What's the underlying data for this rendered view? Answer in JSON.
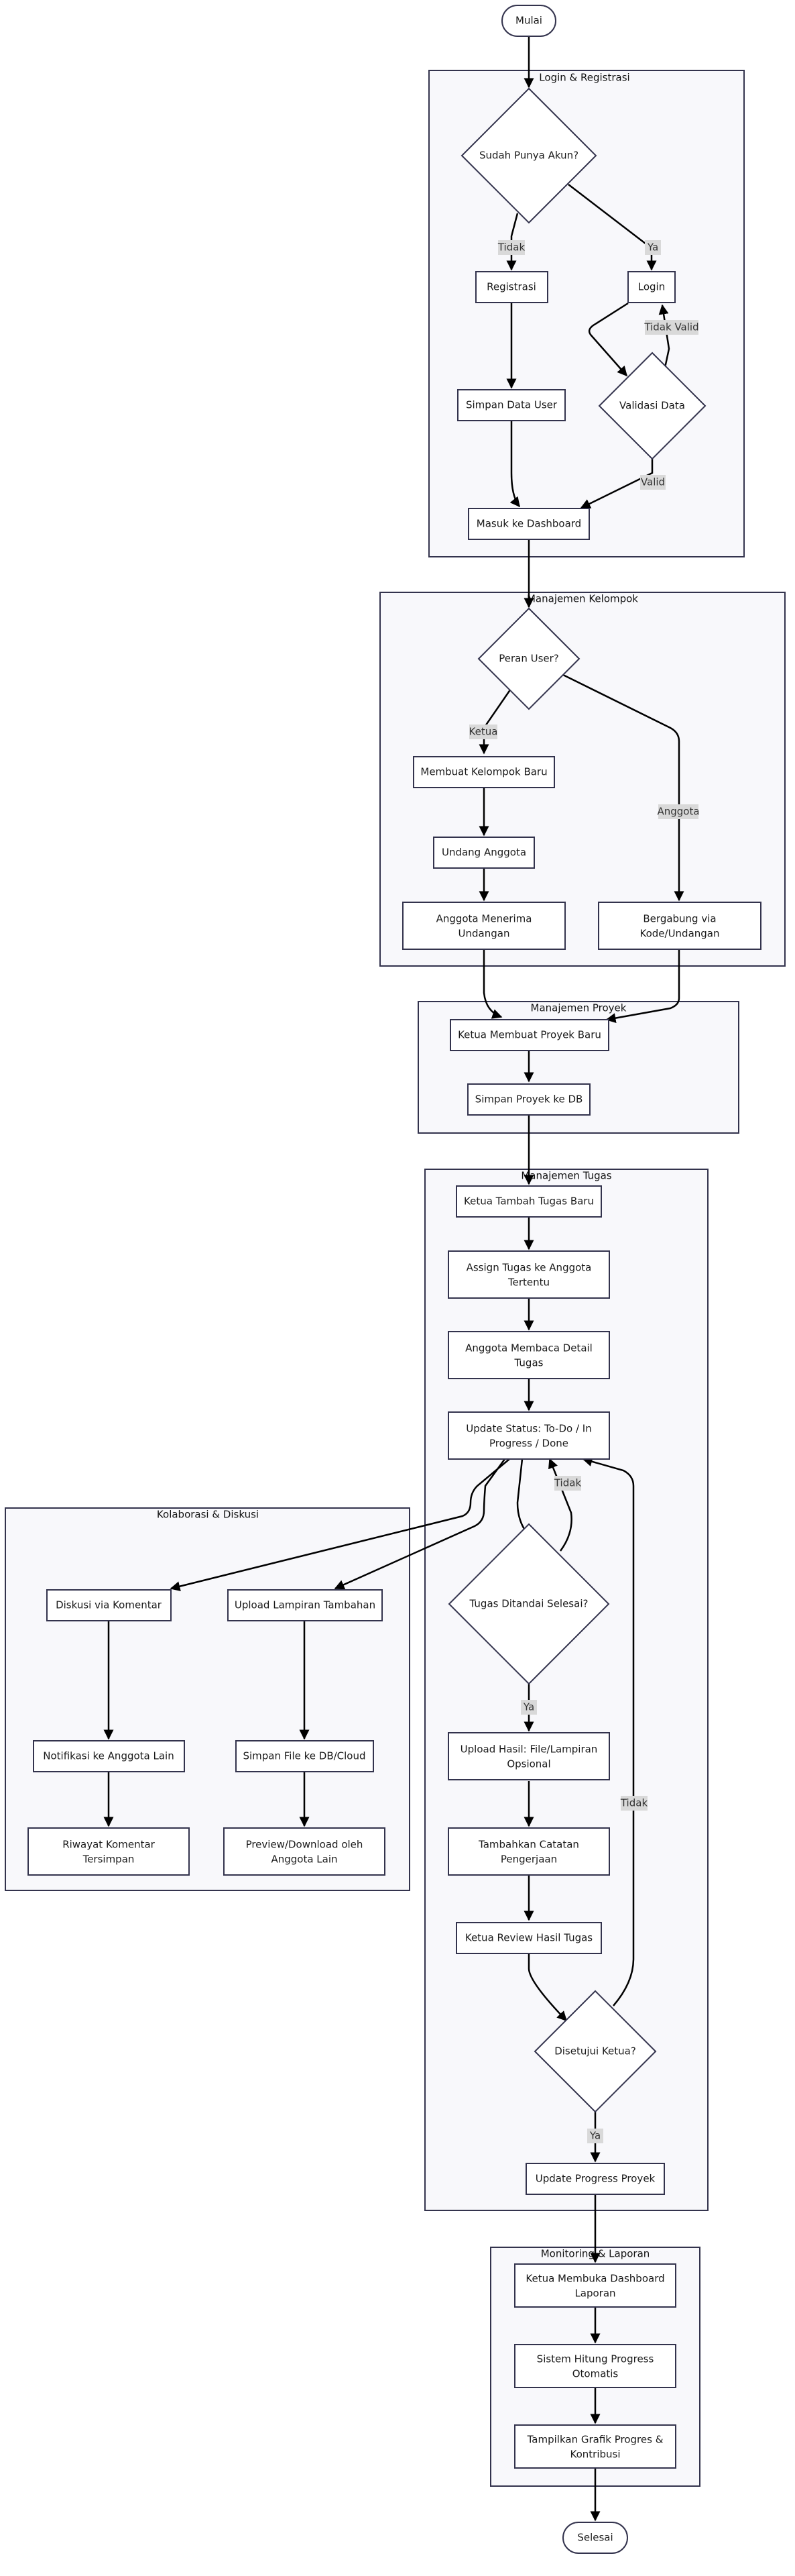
{
  "clusters": {
    "login": "Login & Registrasi",
    "kelompok": "Manajemen Kelompok",
    "proyek": "Manajemen Proyek",
    "tugas": "Manajemen Tugas",
    "kolaborasi": "Kolaborasi & Diskusi",
    "monitoring": "Monitoring & Laporan"
  },
  "nodes": {
    "mulai": "Mulai",
    "sudah_punya_akun": "Sudah Punya Akun?",
    "registrasi": "Registrasi",
    "login": "Login",
    "simpan_data_user": "Simpan Data User",
    "validasi_data": "Validasi Data",
    "masuk_dashboard": "Masuk ke Dashboard",
    "peran_user": "Peran User?",
    "buat_kelompok": "Membuat Kelompok Baru",
    "undang_anggota": "Undang Anggota",
    "anggota_menerima": [
      "Anggota Menerima",
      "Undangan"
    ],
    "bergabung": [
      "Bergabung via",
      "Kode/Undangan"
    ],
    "buat_proyek": "Ketua Membuat Proyek Baru",
    "simpan_proyek": "Simpan Proyek ke DB",
    "tambah_tugas": "Ketua Tambah Tugas Baru",
    "assign_tugas": [
      "Assign Tugas ke Anggota",
      "Tertentu"
    ],
    "baca_detail": [
      "Anggota Membaca Detail",
      "Tugas"
    ],
    "update_status": [
      "Update Status: To-Do / In",
      "Progress / Done"
    ],
    "tugas_selesai": "Tugas Ditandai Selesai?",
    "upload_hasil": [
      "Upload Hasil: File/Lampiran",
      "Opsional"
    ],
    "tambah_catatan": [
      "Tambahkan Catatan",
      "Pengerjaan"
    ],
    "review": "Ketua Review Hasil Tugas",
    "disetujui": "Disetujui Ketua?",
    "update_progress": "Update Progress Proyek",
    "diskusi_komentar": "Diskusi via Komentar",
    "upload_lampiran": "Upload Lampiran Tambahan",
    "notifikasi": "Notifikasi ke Anggota Lain",
    "simpan_file": "Simpan File ke DB/Cloud",
    "riwayat_komentar": [
      "Riwayat Komentar",
      "Tersimpan"
    ],
    "preview_download": [
      "Preview/Download oleh",
      "Anggota Lain"
    ],
    "buka_dashboard": [
      "Ketua Membuka Dashboard",
      "Laporan"
    ],
    "hitung_progress": [
      "Sistem Hitung Progress",
      "Otomatis"
    ],
    "tampilkan_grafik": [
      "Tampilkan Grafik Progres &",
      "Kontribusi"
    ],
    "selesai": "Selesai"
  },
  "edge_labels": {
    "tidak": "Tidak",
    "ya": "Ya",
    "tidak_valid": "Tidak Valid",
    "valid": "Valid",
    "ketua": "Ketua",
    "anggota": "Anggota"
  }
}
